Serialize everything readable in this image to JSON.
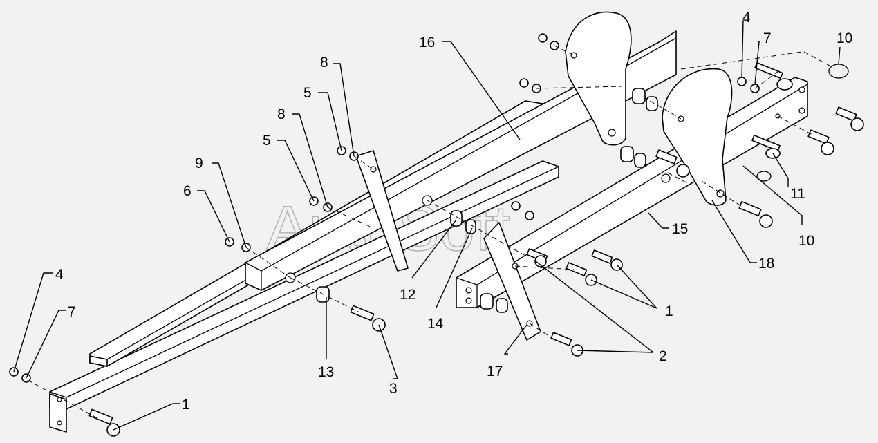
{
  "watermark": "AutoSoft",
  "callouts": [
    {
      "id": "c-1-bl",
      "text": "1"
    },
    {
      "id": "c-3",
      "text": "3"
    },
    {
      "id": "c-4-l",
      "text": "4"
    },
    {
      "id": "c-7-l",
      "text": "7"
    },
    {
      "id": "c-13",
      "text": "13"
    },
    {
      "id": "c-6",
      "text": "6"
    },
    {
      "id": "c-9",
      "text": "9"
    },
    {
      "id": "c-5-a",
      "text": "5"
    },
    {
      "id": "c-8-a",
      "text": "8"
    },
    {
      "id": "c-5-b",
      "text": "5"
    },
    {
      "id": "c-8-b",
      "text": "8"
    },
    {
      "id": "c-16",
      "text": "16"
    },
    {
      "id": "c-12",
      "text": "12"
    },
    {
      "id": "c-14",
      "text": "14"
    },
    {
      "id": "c-17",
      "text": "17"
    },
    {
      "id": "c-2",
      "text": "2"
    },
    {
      "id": "c-1-r",
      "text": "1"
    },
    {
      "id": "c-15",
      "text": "15"
    },
    {
      "id": "c-18",
      "text": "18"
    },
    {
      "id": "c-10-b",
      "text": "10"
    },
    {
      "id": "c-11",
      "text": "11"
    },
    {
      "id": "c-4-r",
      "text": "4"
    },
    {
      "id": "c-7-r",
      "text": "7"
    },
    {
      "id": "c-10-t",
      "text": "10"
    }
  ],
  "colors": {
    "line": "#000000",
    "background": "#f2f2f2",
    "watermark": "#b0b0b0"
  }
}
